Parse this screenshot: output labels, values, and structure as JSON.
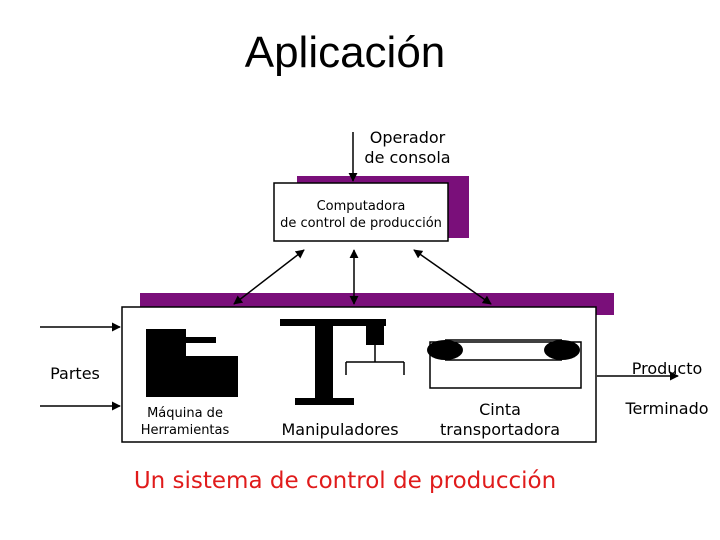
{
  "title": "Aplicación",
  "operator": {
    "line1": "Operador",
    "line2": "de  consola"
  },
  "computer": {
    "line1": "Computadora",
    "line2": "de control de producción"
  },
  "inputs_label": "Partes",
  "output": {
    "line1": "Producto",
    "line2": "Terminado"
  },
  "machine": {
    "line1": "Máquina de",
    "line2": "Herramientas"
  },
  "manipulators": "Manipuladores",
  "conveyor": {
    "line1": "Cinta",
    "line2": "transportadora"
  },
  "caption": "Un sistema de control de producción",
  "colors": {
    "shadow": "#7a0f7a",
    "caption": "#e01b1b"
  }
}
